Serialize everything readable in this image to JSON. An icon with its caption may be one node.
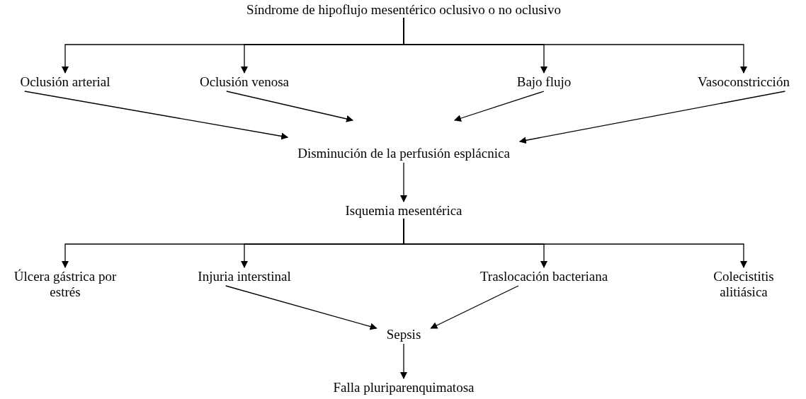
{
  "diagram": {
    "nodes": [
      {
        "text": [
          "Síndrome de hipoflujo mesentérico oclusivo o no oclusivo"
        ]
      },
      {
        "text": [
          "Oclusión arterial"
        ]
      },
      {
        "text": [
          "Oclusión venosa"
        ]
      },
      {
        "text": [
          "Bajo flujo"
        ]
      },
      {
        "text": [
          "Vasoconstricción"
        ]
      },
      {
        "text": [
          "Disminución de la perfusión esplácnica"
        ]
      },
      {
        "text": [
          "Isquemia mesentérica"
        ]
      },
      {
        "text": [
          "Úlcera gástrica por estrés"
        ]
      },
      {
        "text": [
          "Injuria interstinal"
        ]
      },
      {
        "text": [
          "Traslocación bacteriana"
        ]
      },
      {
        "text": [
          "Colecistitis alitiásica"
        ]
      },
      {
        "text": [
          "Sepsis"
        ]
      },
      {
        "text": [
          "Falla pluriparenquimatosa"
        ]
      }
    ],
    "edges": [
      {
        "from": 0,
        "to": 1,
        "arrow": "to"
      },
      {
        "from": 0,
        "to": 2,
        "arrow": "to"
      },
      {
        "from": 0,
        "to": 3,
        "arrow": "to"
      },
      {
        "from": 0,
        "to": 4,
        "arrow": "to"
      },
      {
        "from": 1,
        "to": 5,
        "arrow": "to"
      },
      {
        "from": 2,
        "to": 5,
        "arrow": "to"
      },
      {
        "from": 3,
        "to": 5,
        "arrow": "to"
      },
      {
        "from": 4,
        "to": 5,
        "arrow": "to"
      },
      {
        "from": 5,
        "to": 6,
        "arrow": "to"
      },
      {
        "from": 6,
        "to": 7,
        "arrow": "to"
      },
      {
        "from": 6,
        "to": 8,
        "arrow": "to"
      },
      {
        "from": 6,
        "to": 9,
        "arrow": "to"
      },
      {
        "from": 6,
        "to": 10,
        "arrow": "to"
      },
      {
        "from": 8,
        "to": 11,
        "arrow": "to"
      },
      {
        "from": 9,
        "to": 11,
        "arrow": "to"
      },
      {
        "from": 11,
        "to": 12,
        "arrow": "to"
      }
    ]
  }
}
